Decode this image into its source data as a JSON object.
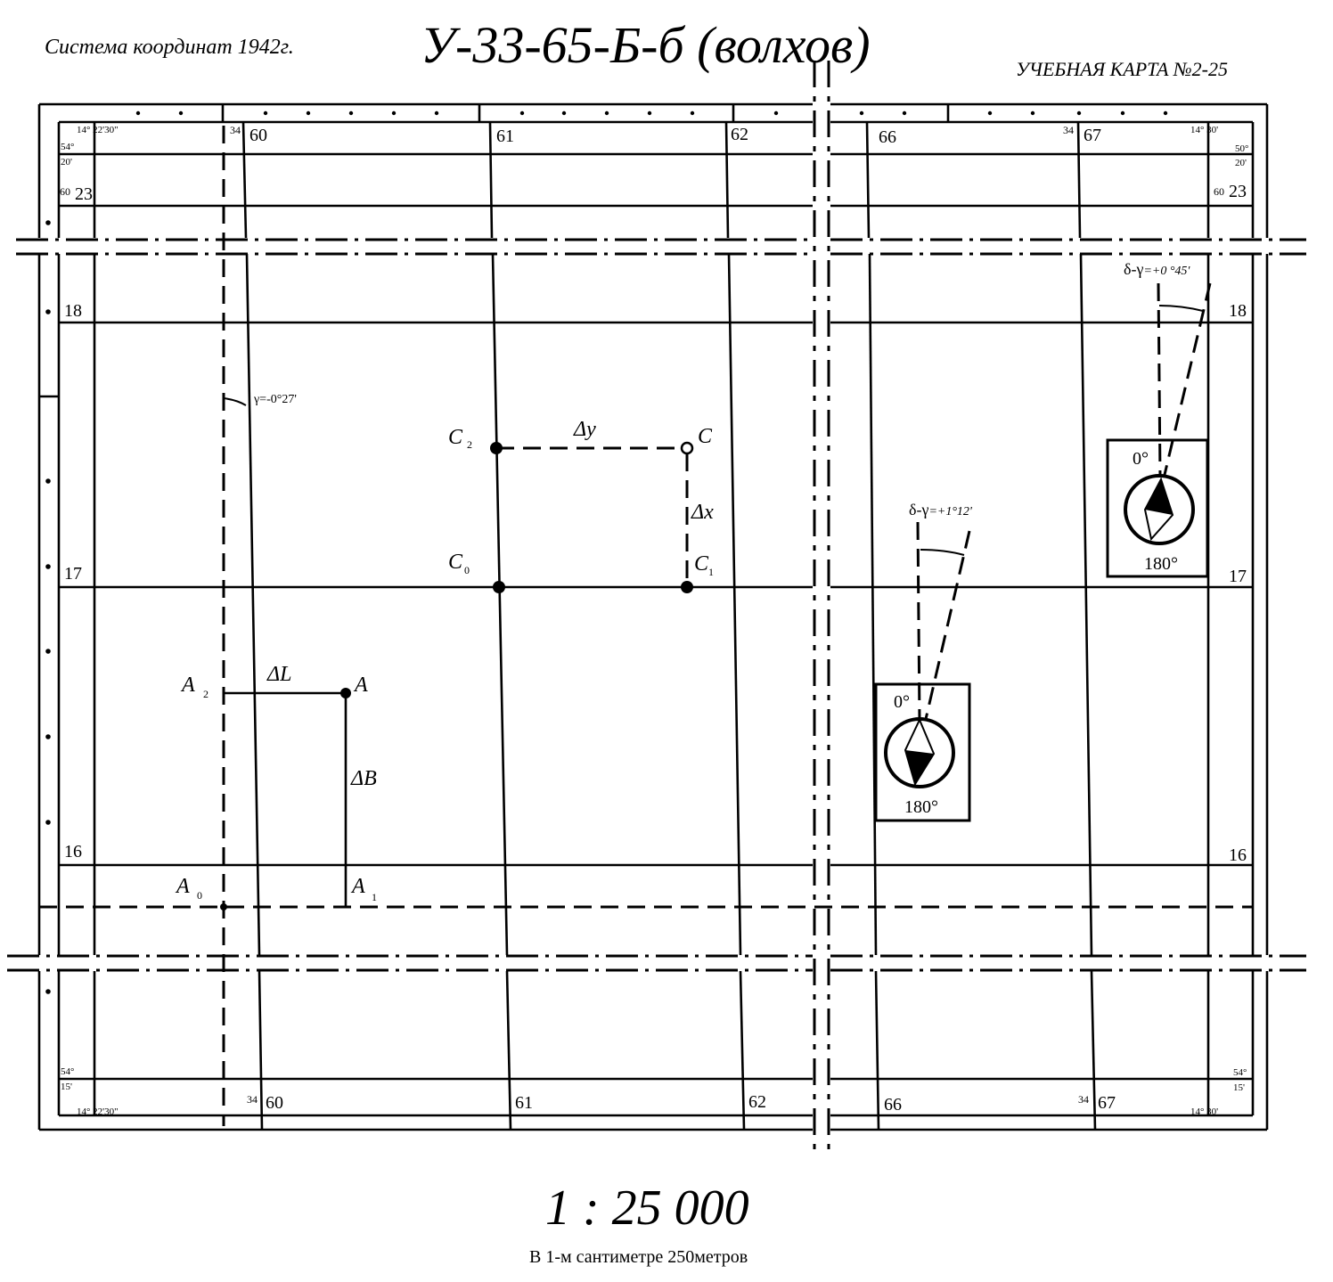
{
  "header": {
    "coord_system": "Система координат 1942г.",
    "sheet_title": "У-33-65-Б-б (волхов)",
    "edition": "УЧЕБНАЯ КАРТА №2-25"
  },
  "frame": {
    "top_left_lon": "14° 22'30\"",
    "top_left_lat_deg": "54°",
    "top_left_lat_min": "20'",
    "top_right_lon": "14° 30'",
    "top_right_lat_deg": "50°",
    "top_right_lat_min": "20'",
    "bottom_left_lat_deg": "54°",
    "bottom_left_lat_min": "15'",
    "bottom_left_lon": "14° 22'30\"",
    "bottom_right_lat_deg": "54°",
    "bottom_right_lat_min": "15'",
    "bottom_right_lon": "14° 30'",
    "easting_prefix": "34",
    "northing_prefix": "60",
    "eastings_top": [
      "60",
      "61",
      "62",
      "66",
      "67"
    ],
    "eastings_bottom": [
      "60",
      "61",
      "62",
      "66",
      "67"
    ],
    "northings_left": [
      "23",
      "18",
      "17",
      "16"
    ],
    "northings_right": [
      "23",
      "18",
      "17",
      "16"
    ]
  },
  "construction_a": {
    "gamma_label": "γ=-0°27'",
    "point_a": "A",
    "point_a0": "A",
    "point_a0_sub": "0",
    "point_a1": "A",
    "point_a1_sub": "1",
    "point_a2": "A",
    "point_a2_sub": "2",
    "delta_l": "ΔL",
    "delta_b": "ΔB"
  },
  "construction_c": {
    "point_c": "C",
    "point_c0": "C",
    "point_c0_sub": "0",
    "point_c1": "C",
    "point_c1_sub": "1",
    "point_c2": "C",
    "point_c2_sub": "2",
    "delta_y": "Δy",
    "delta_x": "Δx"
  },
  "compass_1": {
    "correction_prefix": "δ-γ",
    "correction_value": "=+1°12'",
    "mark_top": "0°",
    "mark_bottom": "180°"
  },
  "compass_2": {
    "correction_prefix": "δ-γ",
    "correction_value": "=+0 °45'",
    "mark_top": "0°",
    "mark_bottom": "180°"
  },
  "scale": {
    "ratio": "1 : 25 000",
    "caption": "В 1-м сантиметре 250метров"
  }
}
